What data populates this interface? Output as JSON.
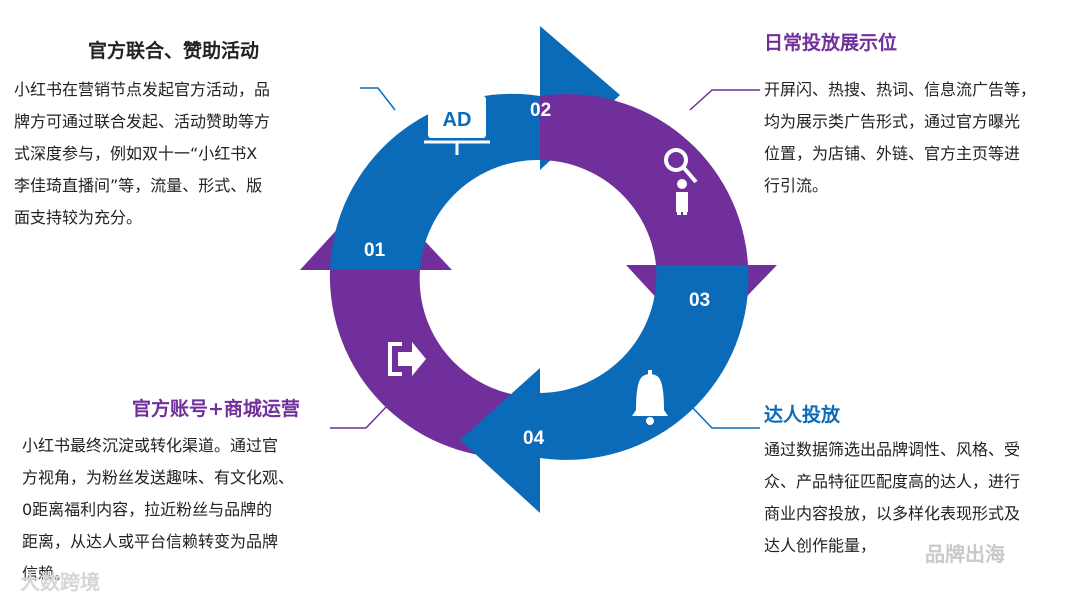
{
  "colors": {
    "blue": "#0B6BB8",
    "purple": "#702F9A",
    "title_dark": "#222222"
  },
  "steps": [
    {
      "num": "01",
      "icon": "exit-door-icon"
    },
    {
      "num": "02",
      "icon": "ad-board-icon"
    },
    {
      "num": "03",
      "icon": "bell-icon"
    },
    {
      "num": "04",
      "icon": "person-magnifier-icon"
    }
  ],
  "sections": {
    "official_joint": {
      "title": "官方联合、赞助活动",
      "lines": [
        "小红书在营销节点发起官方活动，品",
        "牌方可通过联合发起、活动赞助等方",
        "式深度参与，例如双十一“小红书X",
        "李佳琦直播间”等，流量、形式、版",
        "面支持较为充分。"
      ]
    },
    "daily_display": {
      "title": "日常投放展示位",
      "lines": [
        "开屏闪、热搜、热词、信息流广告等，",
        "均为展示类广告形式，通过官方曝光",
        "位置，为店铺、外链、官方主页等进",
        "行引流。"
      ]
    },
    "official_account": {
      "title": "官方账号+商城运营",
      "lines": [
        "小红书最终沉淀或转化渠道。通过官",
        "方视角，为粉丝发送趣味、有文化观、",
        "0距离福利内容，拉近粉丝与品牌的",
        "距离，从达人或平台信赖转变为品牌",
        "信赖。"
      ]
    },
    "kol": {
      "title": "达人投放",
      "lines": [
        "通过数据筛选出品牌调性、风格、受",
        "众、产品特征匹配度高的达人，进行",
        "商业内容投放，以多样化表现形式及",
        "达人创作能量，"
      ]
    }
  },
  "watermarks": {
    "left": "大数跨境",
    "right": "品牌出海"
  }
}
